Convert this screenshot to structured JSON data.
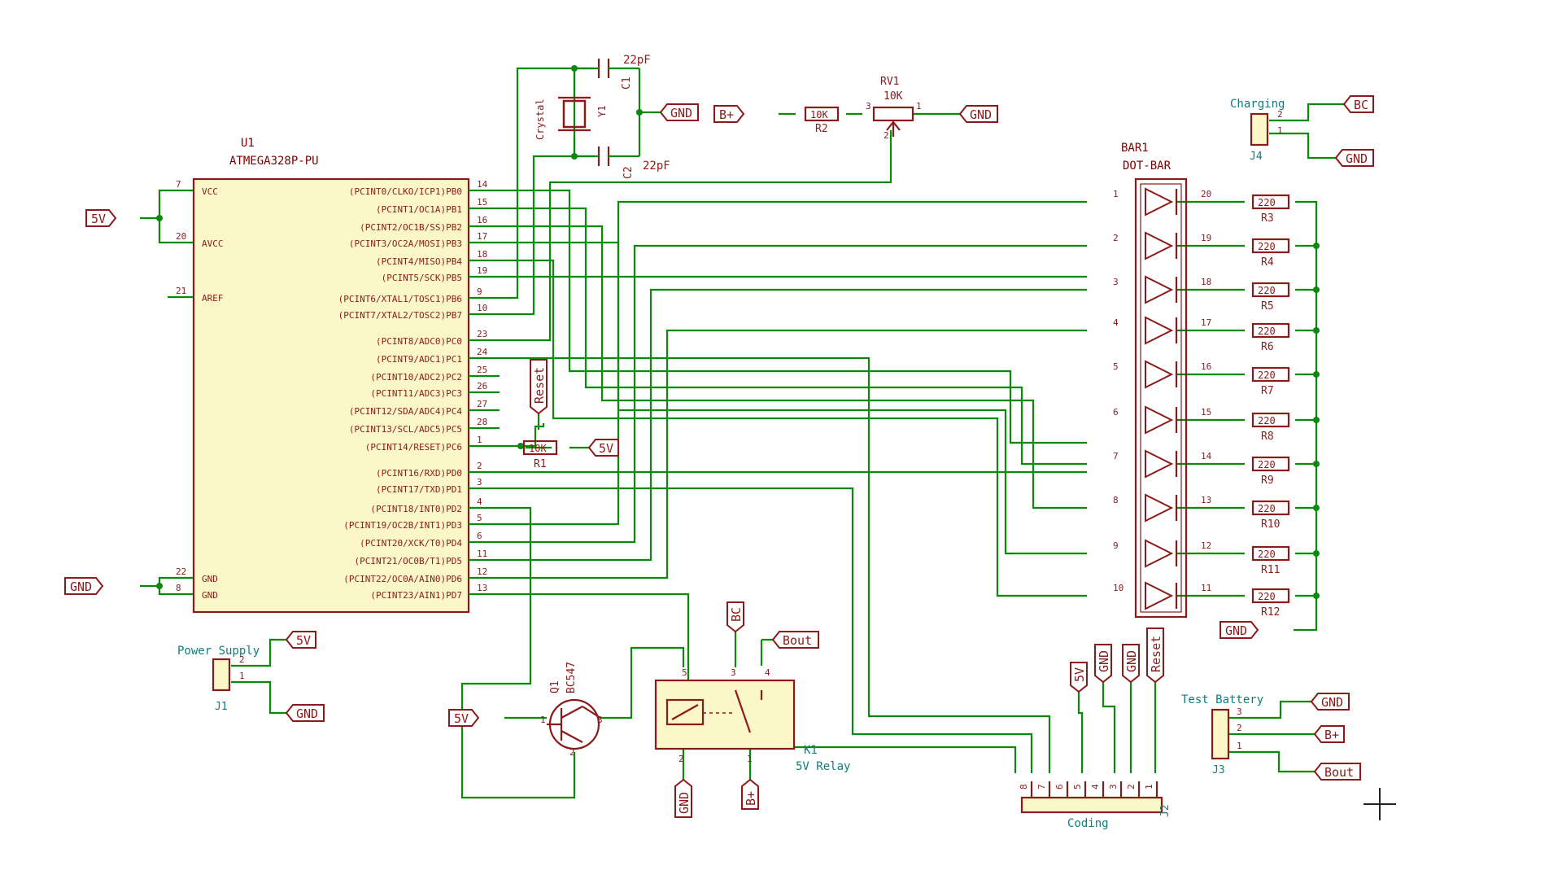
{
  "mcu": {
    "ref": "U1",
    "value": "ATMEGA328P-PU",
    "left_pins": [
      {
        "num": "7",
        "name": "VCC"
      },
      {
        "num": "20",
        "name": "AVCC"
      },
      {
        "num": "21",
        "name": "AREF"
      },
      {
        "num": "22",
        "name": "GND"
      },
      {
        "num": "8",
        "name": "GND"
      }
    ],
    "right_pins": [
      {
        "num": "14",
        "name": "(PCINT0/CLKO/ICP1)PB0"
      },
      {
        "num": "15",
        "name": "(PCINT1/OC1A)PB1"
      },
      {
        "num": "16",
        "name": "(PCINT2/OC1B/SS)PB2"
      },
      {
        "num": "17",
        "name": "(PCINT3/OC2A/MOSI)PB3"
      },
      {
        "num": "18",
        "name": "(PCINT4/MISO)PB4"
      },
      {
        "num": "19",
        "name": "(PCINT5/SCK)PB5"
      },
      {
        "num": "9",
        "name": "(PCINT6/XTAL1/TOSC1)PB6"
      },
      {
        "num": "10",
        "name": "(PCINT7/XTAL2/TOSC2)PB7"
      },
      {
        "num": "23",
        "name": "(PCINT8/ADC0)PC0"
      },
      {
        "num": "24",
        "name": "(PCINT9/ADC1)PC1"
      },
      {
        "num": "25",
        "name": "(PCINT10/ADC2)PC2"
      },
      {
        "num": "26",
        "name": "(PCINT11/ADC3)PC3"
      },
      {
        "num": "27",
        "name": "(PCINT12/SDA/ADC4)PC4"
      },
      {
        "num": "28",
        "name": "(PCINT13/SCL/ADC5)PC5"
      },
      {
        "num": "1",
        "name": "(PCINT14/RESET)PC6"
      },
      {
        "num": "2",
        "name": "(PCINT16/RXD)PD0"
      },
      {
        "num": "3",
        "name": "(PCINT17/TXD)PD1"
      },
      {
        "num": "4",
        "name": "(PCINT18/INT0)PD2"
      },
      {
        "num": "5",
        "name": "(PCINT19/OC2B/INT1)PD3"
      },
      {
        "num": "6",
        "name": "(PCINT20/XCK/T0)PD4"
      },
      {
        "num": "11",
        "name": "(PCINT21/OC0B/T1)PD5"
      },
      {
        "num": "12",
        "name": "(PCINT22/OC0A/AIN0)PD6"
      },
      {
        "num": "13",
        "name": "(PCINT23/AIN1)PD7"
      }
    ]
  },
  "crystal": {
    "ref": "Y1",
    "value": "Crystal"
  },
  "caps": {
    "c1_ref": "C1",
    "c1_val": "22pF",
    "c2_ref": "C2",
    "c2_val": "22pF"
  },
  "pot": {
    "ref": "RV1",
    "value": "10K",
    "pin3": "3",
    "pin1": "1",
    "pin2": "2"
  },
  "r2": {
    "ref": "R2",
    "value": "10K"
  },
  "r1": {
    "ref": "R1",
    "value": "10K"
  },
  "bar": {
    "ref": "BAR1",
    "value": "DOT-BAR",
    "left_nums": [
      "1",
      "2",
      "3",
      "4",
      "5",
      "6",
      "7",
      "8",
      "9",
      "10"
    ],
    "right_nums": [
      "20",
      "19",
      "18",
      "17",
      "16",
      "15",
      "14",
      "13",
      "12",
      "11"
    ]
  },
  "resistors": {
    "value": "220",
    "refs": [
      "R3",
      "R4",
      "R5",
      "R6",
      "R7",
      "R8",
      "R9",
      "R10",
      "R11",
      "R12"
    ]
  },
  "labels": {
    "gnd": "GND",
    "v5": "5V",
    "bplus": "B+",
    "bc": "BC",
    "bout": "Bout",
    "reset": "Reset"
  },
  "q1": {
    "ref": "Q1",
    "value": "BC547",
    "p1": "1",
    "p2": "2",
    "p3": "3"
  },
  "relay": {
    "ref": "K1",
    "value": "5V Relay",
    "p5": "5",
    "p3": "3",
    "p4": "4",
    "p2": "2",
    "p1": "1"
  },
  "j1": {
    "title": "Power Supply",
    "ref": "J1",
    "p2": "2",
    "p1": "1"
  },
  "j4": {
    "title": "Charging",
    "ref": "J4",
    "p2": "2",
    "p1": "1"
  },
  "j3": {
    "title": "Test Battery",
    "ref": "J3",
    "p3": "3",
    "p2": "2",
    "p1": "1"
  },
  "j2": {
    "title": "Coding",
    "ref": "J2",
    "pins": [
      "8",
      "7",
      "6",
      "5",
      "4",
      "3",
      "2",
      "1"
    ]
  }
}
